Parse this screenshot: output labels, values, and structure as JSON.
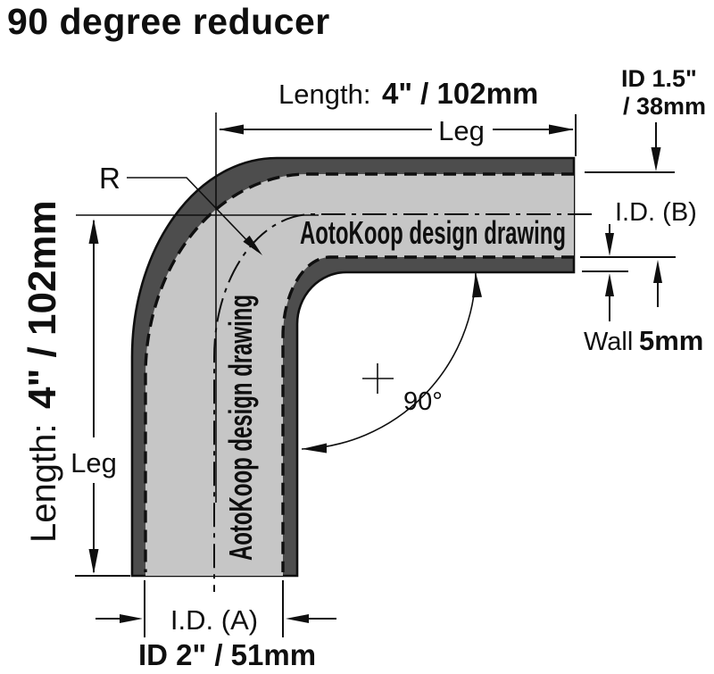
{
  "title": "90 degree reducer",
  "watermark": {
    "text": "AotoKoop design drawing"
  },
  "dim_top": {
    "prefix": "Length:",
    "value": "4\" / 102mm",
    "leg_label": "Leg"
  },
  "dim_left": {
    "prefix": "Length:",
    "value": "4\" / 102mm",
    "leg_label": "Leg"
  },
  "callout_id_b": {
    "line1": "ID 1.5\"",
    "line2": "/ 38mm",
    "label": "I.D. (B)"
  },
  "wall": {
    "label": "Wall",
    "value": "5mm"
  },
  "angle": {
    "value": "90°"
  },
  "radius": {
    "label": "R"
  },
  "dim_id_a": {
    "label": "I.D. (A)",
    "value": "ID 2\" / 51mm"
  },
  "colors": {
    "wall": "#4d4d4d",
    "bore": "#c6c6c6",
    "line": "#0f0f0f",
    "background": "#ffffff"
  }
}
